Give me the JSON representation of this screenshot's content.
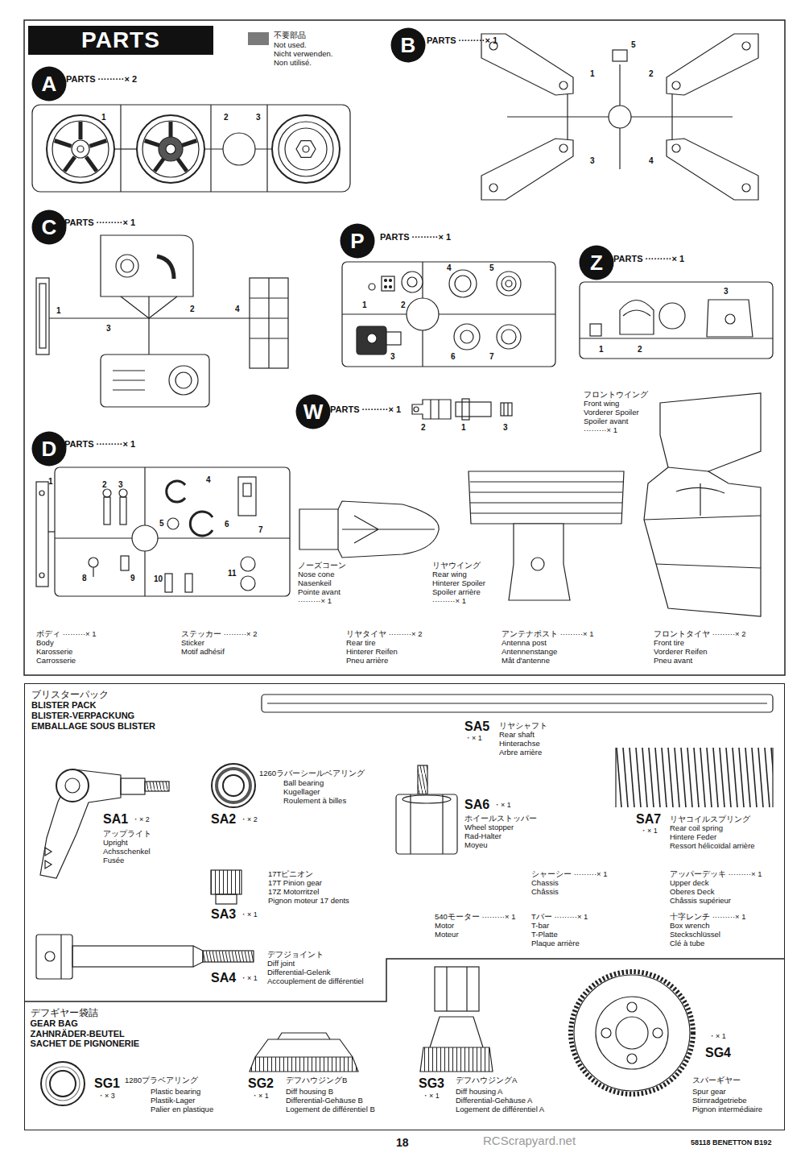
{
  "diagram": {
    "title": "PARTS",
    "nodes": [
      {
        "text": [
          "A"
        ]
      },
      {
        "text": [
          "B"
        ]
      },
      {
        "text": [
          "C"
        ]
      },
      {
        "text": [
          "P"
        ]
      },
      {
        "text": [
          "Z"
        ]
      },
      {
        "text": [
          "W"
        ]
      },
      {
        "text": [
          "D"
        ]
      },
      {
        "text": [
          "ブリスターパック",
          "BLISTER PACK",
          "BLISTER-VERPACKUNG",
          "EMBALLAGE SOUS BLISTER"
        ]
      },
      {
        "text": [
          "デフギヤー袋詰",
          "GEAR BAG",
          "ZAHNRÄDER-BEUTEL",
          "SACHET DE PIGNONERIE"
        ],
        "in": 7
      }
    ],
    "labels": [
      "Not used.",
      "Nicht verwenden.",
      "Non utilisé.",
      "PARTS ·········× 2",
      "1",
      "2",
      "3",
      "PARTS ·········× 1",
      "1",
      "5",
      "2",
      "3",
      "4",
      "PARTS ·········× 1",
      "1",
      "2",
      "4",
      "3",
      "PARTS ·········× 1",
      "1",
      "2",
      "4",
      "5",
      "3",
      "6",
      "7",
      "PARTS ·········× 1",
      "3",
      "1",
      "2",
      "PARTS ·········× 1",
      "2",
      "1",
      "3",
      "フロントウイング",
      "Front wing",
      "Vorderer Spoiler",
      "Spoiler avant",
      "·········× 1",
      "PARTS ·········× 1",
      "1",
      "2",
      "3",
      "4",
      "7",
      "5",
      "6",
      "8",
      "9",
      "10",
      "11",
      "ノーズコーン",
      "Nose cone",
      "Nasenkeil",
      "Pointe avant",
      "·········× 1",
      "リヤウイング",
      "Rear wing",
      "Hinterer Spoiler",
      "Spoiler arrière",
      "·········× 1",
      "ボディ ·········× 1",
      "Body",
      "Karosserie",
      "Carrosserie",
      "ステッカー ·········× 2",
      "Sticker",
      "Motif adhésif",
      "リヤタイヤ ·········× 2",
      "Rear tire",
      "Hinterer Reifen",
      "Pneu arrière",
      "アンテナポスト ·········× 1",
      "Antenna post",
      "Antennenstange",
      "Mât d'antenne",
      "フロントタイヤ ·········× 2",
      "Front tire",
      "Vorderer Reifen",
      "Pneu avant",
      "SA5",
      "・× 1",
      "リヤシャフト",
      "Rear shaft",
      "Hinterachse",
      "Arbre arrière",
      "SA1",
      "・× 2",
      "アップライト",
      "Upright",
      "Achsschenkel",
      "Fusée",
      "SA2",
      "・× 2",
      "1260ラバーシールベアリング",
      "Ball bearing",
      "Kugellager",
      "Roulement à billes",
      "SA6",
      "・× 1",
      "ホイールストッパー",
      "Wheel stopper",
      "Rad-Halter",
      "Moyeu",
      "SA7",
      "・× 1",
      "リヤコイルスプリング",
      "Rear coil spring",
      "Hintere Feder",
      "Ressort hélicoïdal arrière",
      "SA3",
      "・× 1",
      "17Tピニオン",
      "17T Pinion gear",
      "17Z Motorritzel",
      "Pignon moteur 17 dents",
      "シャーシー ·········× 1",
      "Chassis",
      "Châssis",
      "アッパーデッキ ·········× 1",
      "Upper deck",
      "Oberes Deck",
      "Châssis supérieur",
      "540モーター ·········× 1",
      "Motor",
      "Moteur",
      "Tバー ·········× 1",
      "T-bar",
      "T-Platte",
      "Plaque arrière",
      "十字レンチ ·········× 1",
      "Box wrench",
      "Steckschlüssel",
      "Clé à tube",
      "SA4",
      "・× 1",
      "デフジョイント",
      "Diff joint",
      "Differential-Gelenk",
      "Accouplement de différentiel",
      "SG1",
      "・× 3",
      "1280プラベアリング",
      "Plastic bearing",
      "Plastik-Lager",
      "Palier en plastique",
      "SG2",
      "・× 1",
      "デフハウジングB",
      "Diff housing B",
      "Differential-Gehäuse B",
      "Logement de différentiel B",
      "SG3",
      "・× 1",
      "デフハウジングA",
      "Diff housing A",
      "Differential-Gehäuse A",
      "Logement de différentiel A",
      "SG4",
      "・× 1",
      "スパーギヤー",
      "Spur gear",
      "Stirnradgetriebe",
      "Pignon intermédiaire",
      "18",
      "58118 BENETTON B192",
      "RCScrapyard.net"
    ],
    "legend": [
      {
        "text": "不要部品",
        "color": "#7a7a7a"
      }
    ]
  }
}
